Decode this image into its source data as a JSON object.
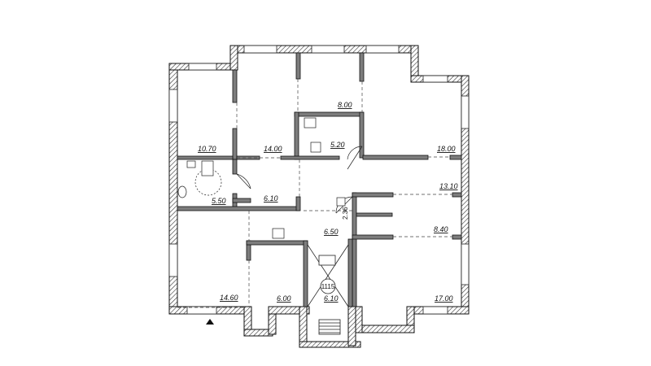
{
  "plan": {
    "rooms": [
      {
        "id": "r1",
        "area": "10.70"
      },
      {
        "id": "r2",
        "area": "14.00"
      },
      {
        "id": "r3",
        "area": "8.00"
      },
      {
        "id": "r4",
        "area": "5.20"
      },
      {
        "id": "r5",
        "area": "18.00"
      },
      {
        "id": "r6",
        "area": "5.50"
      },
      {
        "id": "r7",
        "area": "6.10"
      },
      {
        "id": "r8",
        "area": "13.10"
      },
      {
        "id": "r9",
        "area": "8.40"
      },
      {
        "id": "r10",
        "area": "6.50"
      },
      {
        "id": "r11",
        "area": "14.60"
      },
      {
        "id": "r12",
        "area": "6.00"
      },
      {
        "id": "r13",
        "area": "6.10"
      },
      {
        "id": "r14",
        "area": "17.00"
      }
    ],
    "markers": {
      "stair_label": "1115",
      "equipment_label": "2.36"
    },
    "colors": {
      "wall_fill": "#8c8c8c",
      "wall_stroke": "#111111",
      "line": "#222222"
    }
  }
}
